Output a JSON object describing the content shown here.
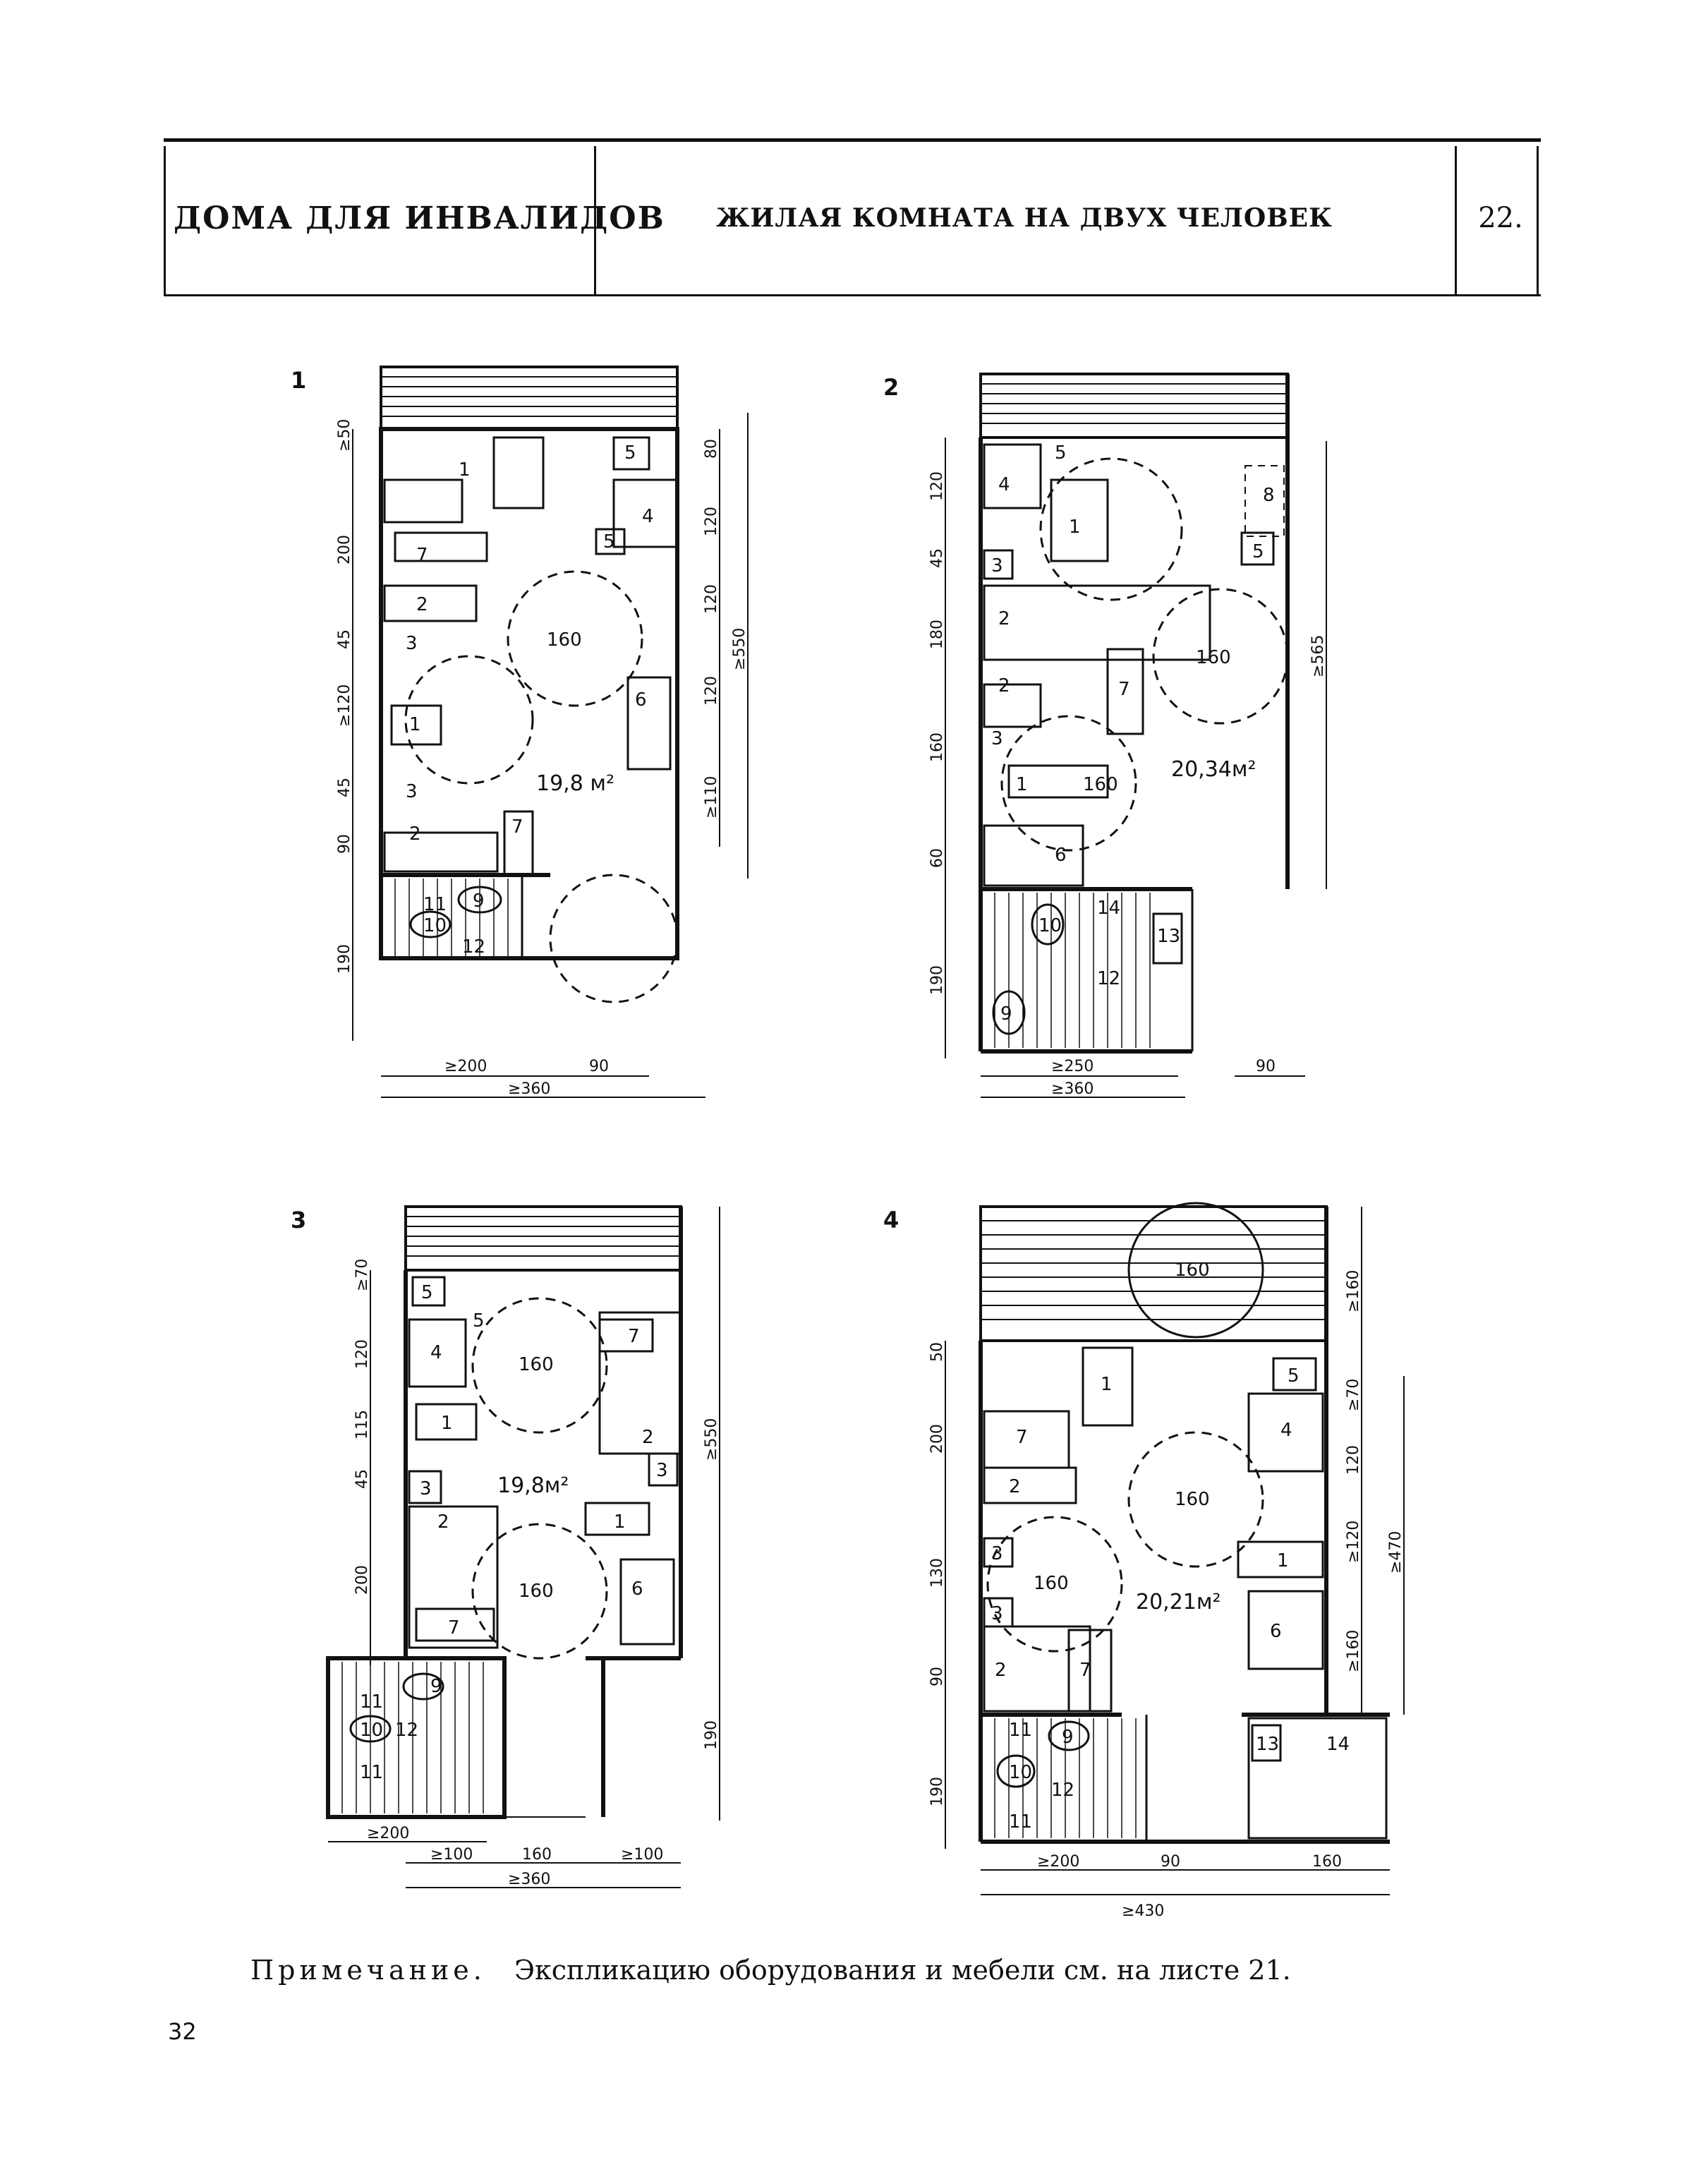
{
  "header": {
    "left_title": "ДОМА ДЛЯ ИНВАЛИДОВ",
    "center_title": "ЖИЛАЯ КОМНАТА НА ДВУХ ЧЕЛОВЕК",
    "sheet_number": "22."
  },
  "plans": [
    {
      "number": "1",
      "area": "19,8 м²",
      "turning_circle": "160",
      "dims_left": [
        "≥50",
        "200",
        "45",
        "≥120",
        "45",
        "90",
        "190"
      ],
      "dims_right": [
        "80",
        "120",
        "120",
        "120",
        "≥110",
        "≥550"
      ],
      "dims_bottom": [
        "≥200",
        "90",
        "≥360"
      ],
      "item_labels": [
        "1",
        "7",
        "2",
        "3",
        "1",
        "3",
        "2",
        "7",
        "5",
        "4",
        "5",
        "6",
        "11",
        "9",
        "10",
        "12"
      ]
    },
    {
      "number": "2",
      "area": "20,34м²",
      "turning_circle": "160",
      "dims_left": [
        "120",
        "45",
        "180",
        "160",
        "60",
        "190"
      ],
      "dims_right": [
        "≥565"
      ],
      "dims_bottom": [
        "≥250",
        "90",
        "≥360"
      ],
      "item_labels": [
        "4",
        "5",
        "1",
        "8",
        "5",
        "3",
        "2",
        "2",
        "7",
        "3",
        "1",
        "6",
        "14",
        "10",
        "13",
        "12",
        "9"
      ]
    },
    {
      "number": "3",
      "area": "19,8м²",
      "turning_circle": "160",
      "dims_left": [
        "≥70",
        "120",
        "115",
        "45",
        "200"
      ],
      "dims_right": [
        "≥550",
        "190"
      ],
      "dims_bottom": [
        "≥200",
        "≥100",
        "160",
        "≥100",
        "≥360"
      ],
      "item_labels": [
        "5",
        "4",
        "5",
        "7",
        "1",
        "2",
        "3",
        "3",
        "2",
        "1",
        "7",
        "6",
        "9",
        "11",
        "10",
        "12",
        "11"
      ]
    },
    {
      "number": "4",
      "area": "20,21м²",
      "turning_circle": "160",
      "dims_left": [
        "50",
        "200",
        "130",
        "90",
        "190"
      ],
      "dims_right": [
        "≥160",
        "≥70",
        "120",
        "≥120",
        "≥160",
        "≥470"
      ],
      "dims_bottom": [
        "≥200",
        "90",
        "160",
        "≥430"
      ],
      "item_labels": [
        "1",
        "7",
        "2",
        "3",
        "3",
        "2",
        "7",
        "5",
        "4",
        "1",
        "6",
        "9",
        "11",
        "10",
        "12",
        "11",
        "13",
        "14"
      ]
    }
  ],
  "note": {
    "label": "Примечание.",
    "text": "Экспликацию оборудования и мебели см. на листе 21."
  },
  "page_number": "32"
}
